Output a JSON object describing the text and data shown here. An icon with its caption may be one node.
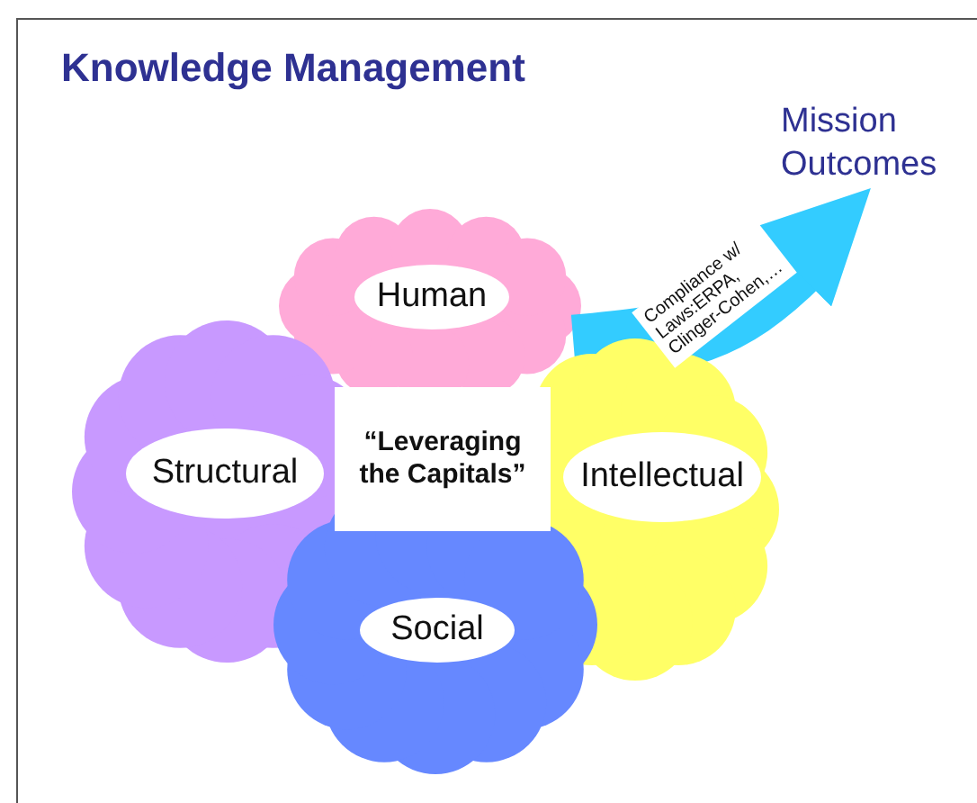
{
  "diagram": {
    "title": "Knowledge Management",
    "nodes": [
      {
        "text": [
          "Human"
        ]
      },
      {
        "text": [
          "Structural"
        ]
      },
      {
        "text": [
          "Intellectual"
        ]
      },
      {
        "text": [
          "Social"
        ]
      },
      {
        "text": [
          "“Leveraging the Capitals”"
        ]
      },
      {
        "text": [
          "Mission Outcomes"
        ]
      }
    ],
    "edges": [
      {
        "from": 0,
        "to": 5,
        "arrow": "to",
        "label": "Compliance w/ Laws:ERPA, Clinger-Cohen,…"
      }
    ]
  }
}
